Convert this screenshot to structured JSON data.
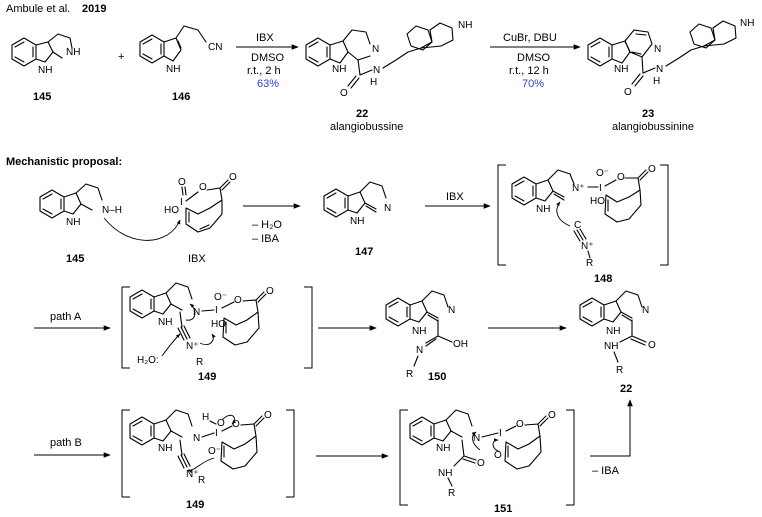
{
  "header": {
    "authors": "Ambule et al.",
    "year": "2019"
  },
  "section_title": "Mechanistic proposal:",
  "compounds": {
    "c145": "145",
    "c146": "146",
    "c22": "22",
    "c23": "23",
    "c147": "147",
    "c148": "148",
    "c149": "149",
    "c150": "150",
    "c151": "151",
    "alangiobussine": "alangiobussine",
    "alangiobussinine": "alangiobussinine",
    "ibx": "IBX"
  },
  "conditions": {
    "step1": {
      "reagent": "IBX",
      "solvent": "DMSO",
      "temp_time": "r.t., 2 h",
      "yield": "63%"
    },
    "step2": {
      "reagent": "CuBr, DBU",
      "solvent": "DMSO",
      "temp_time": "r.t., 12 h",
      "yield": "70%"
    },
    "mech1": {
      "loss_water": "– H₂O",
      "loss_iba": "– IBA"
    },
    "mech2": {
      "reagent": "IBX"
    },
    "final_loss": "– IBA"
  },
  "paths": {
    "a": "path A",
    "b": "path B"
  },
  "atoms": {
    "N": "N",
    "NH": "NH",
    "H": "H",
    "O": "O",
    "HO": "HO",
    "OH": "OH",
    "I": "I",
    "C": "C",
    "R": "R",
    "N_H": "N–H",
    "H2O": "H₂O:",
    "CN": "CN",
    "Nplus": "N⁺",
    "Ominus": "O⁻",
    "plus": "+"
  },
  "colors": {
    "yield": "#2f3fd6",
    "ink": "#000000"
  }
}
